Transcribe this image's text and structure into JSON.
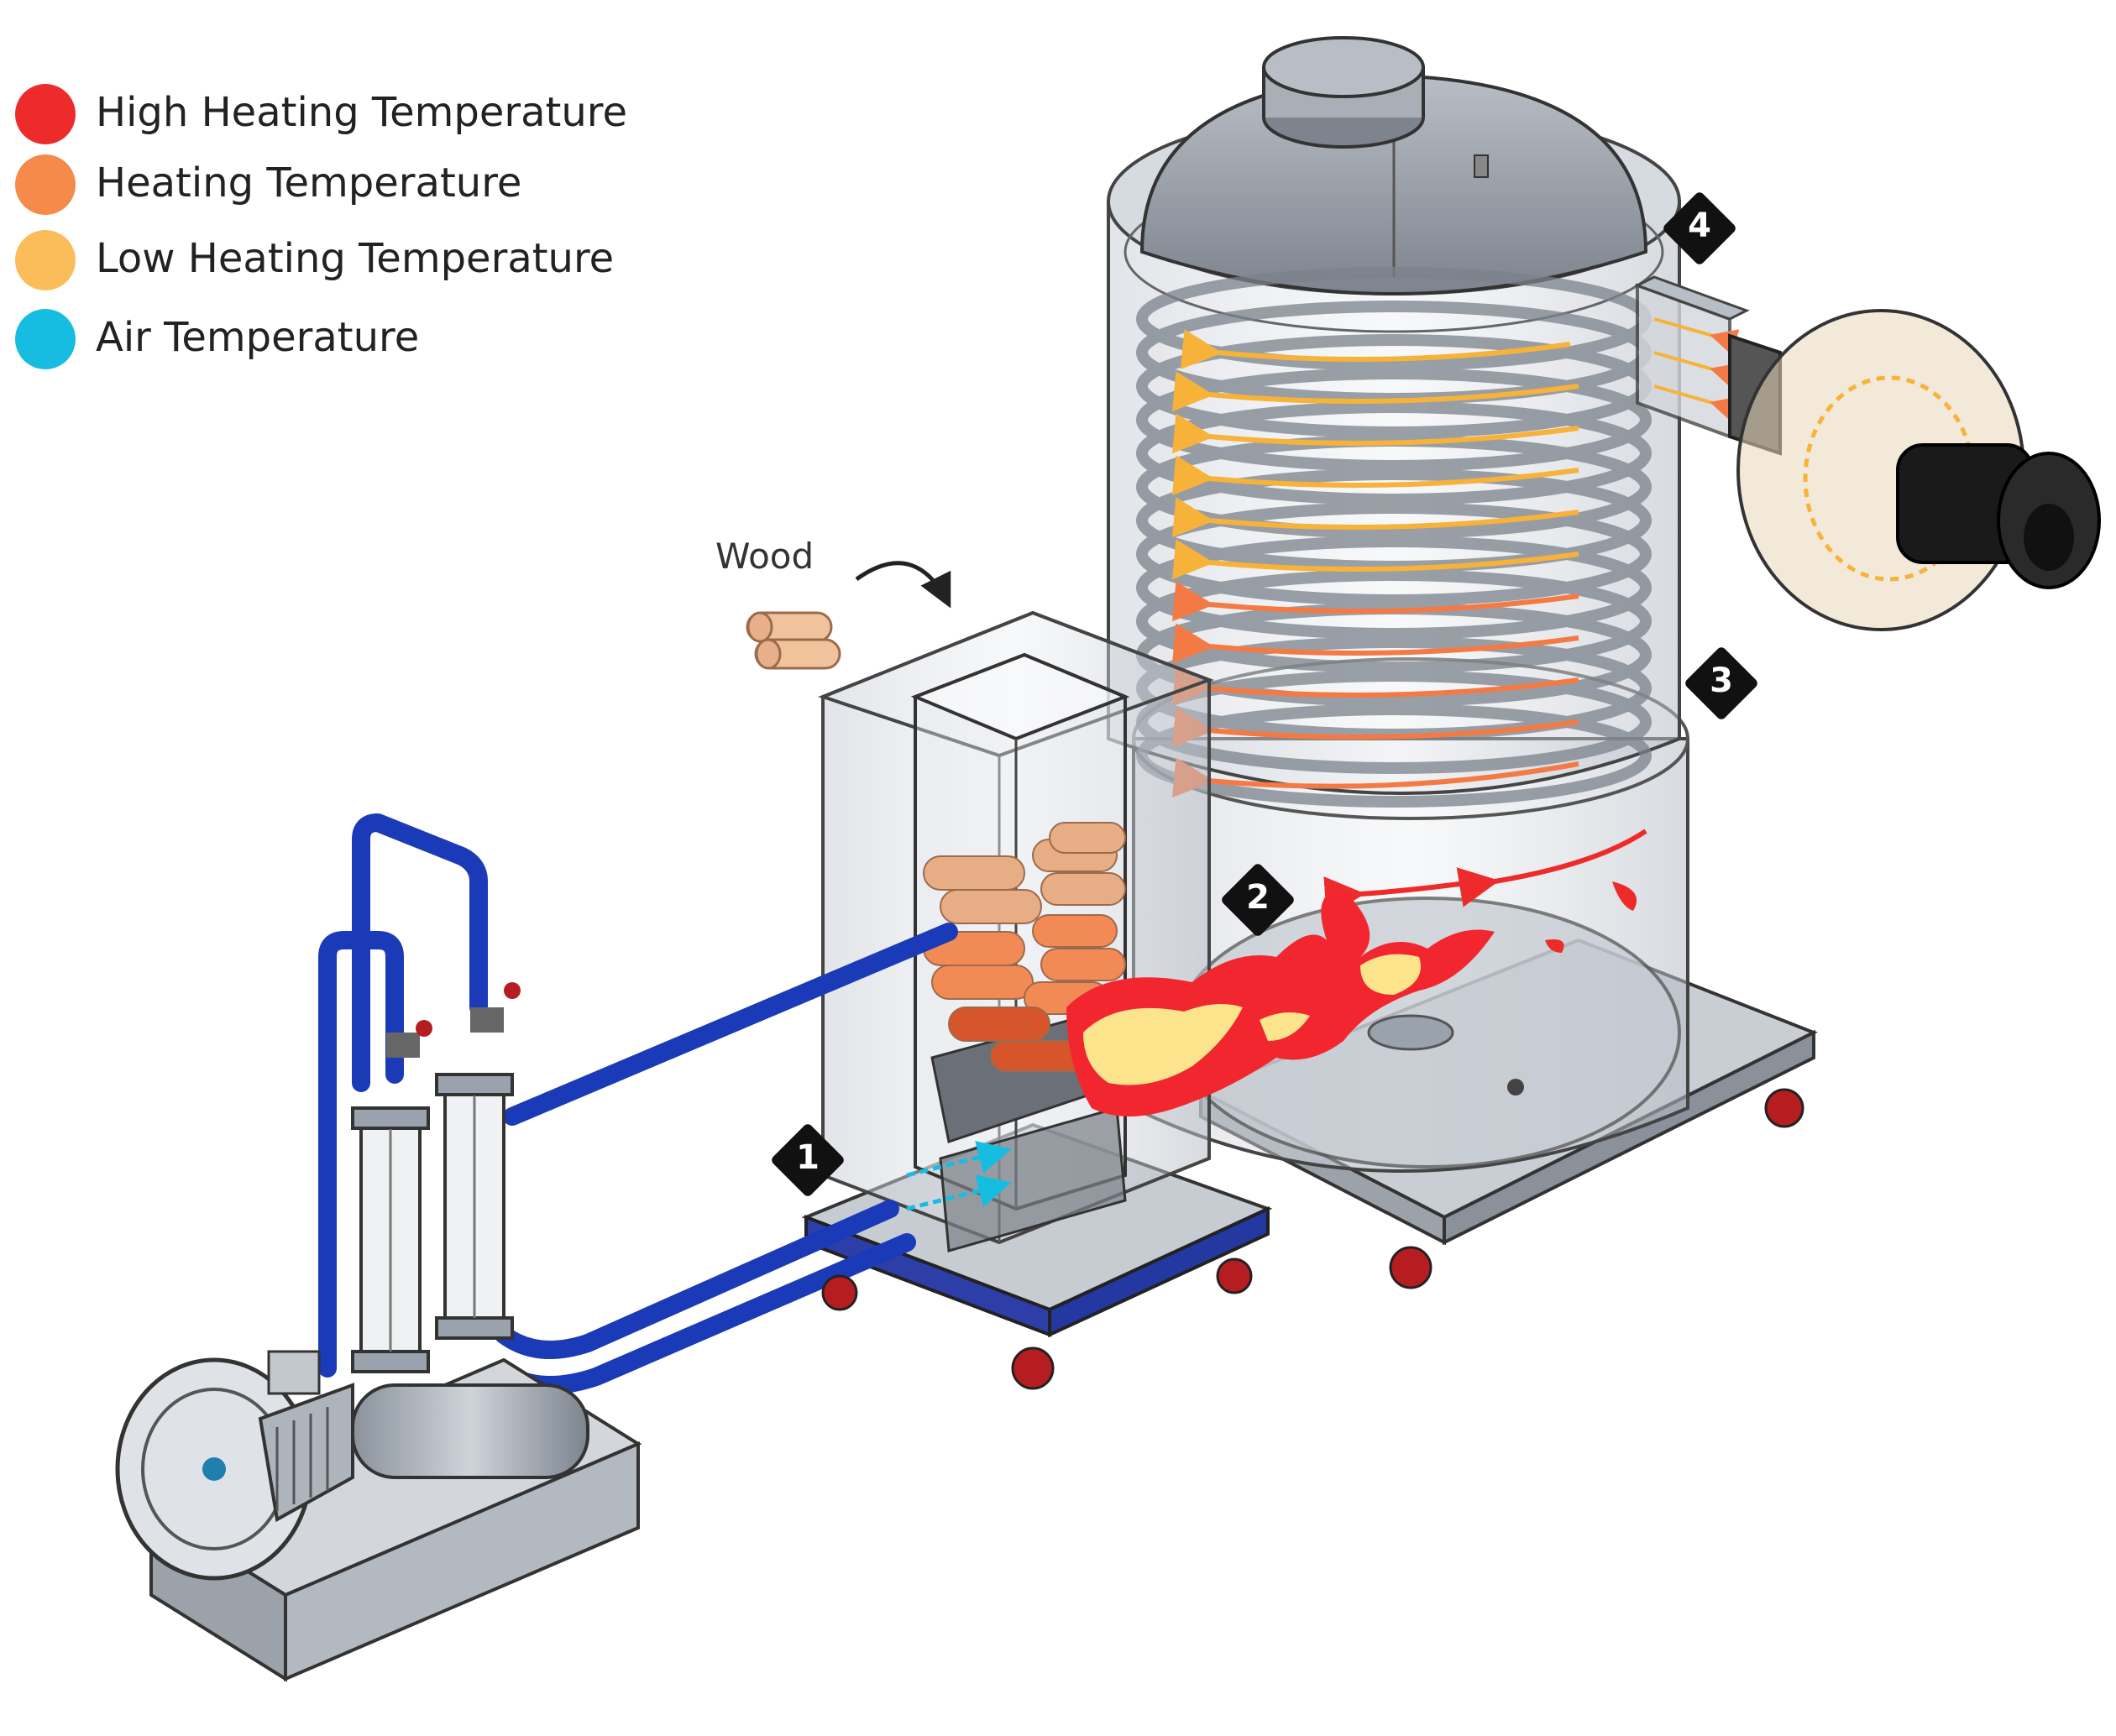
{
  "legend": {
    "items": [
      {
        "label": "High Heating Temperature",
        "color": "#ee2b2b"
      },
      {
        "label": "Heating Temperature",
        "color": "#f58a4b"
      },
      {
        "label": "Low Heating Temperature",
        "color": "#fbbd5a"
      },
      {
        "label": "Air Temperature",
        "color": "#17bde0"
      }
    ]
  },
  "wood_label": "Wood",
  "markers": [
    "1",
    "2",
    "3",
    "4"
  ],
  "colors": {
    "pipe": "#1a3ab8",
    "flame_outer": "#f2262e",
    "flame_inner": "#fbe48c",
    "metal": "#9aa2ad",
    "glass": "#d8dde4",
    "wood": "#e9a67c",
    "caster": "#b61d21"
  }
}
